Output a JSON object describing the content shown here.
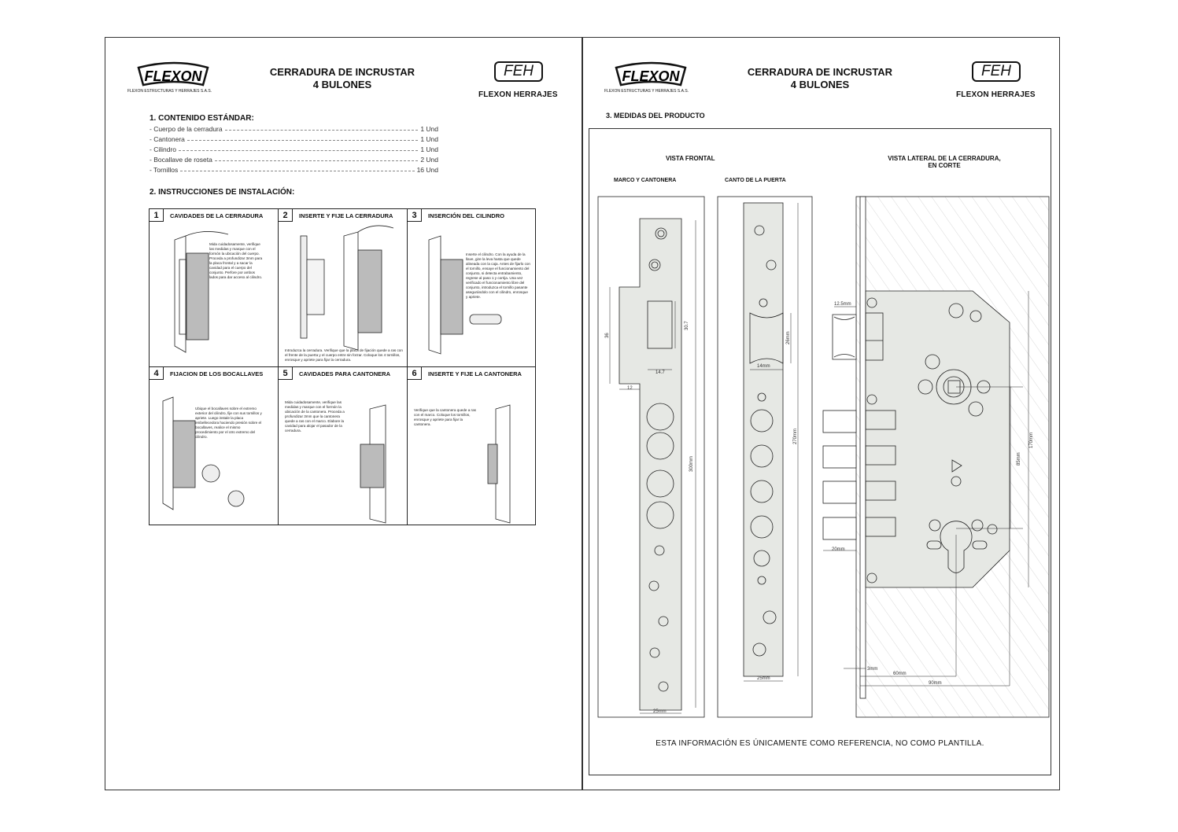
{
  "header": {
    "title_line1": "CERRADURA DE INCRUSTAR",
    "title_line2": "4 BULONES",
    "flexon_logo": "FLEXON",
    "flexon_tagline": "FLEXON ESTRUCTURAS Y HERRAJES S.A.S.",
    "feh_logo": "FEH",
    "feh_brand": "FLEXON HERRAJES"
  },
  "contents": {
    "heading": "1. CONTENIDO ESTÁNDAR:",
    "items": [
      {
        "label": "- Cuerpo de la cerradura",
        "qty": "1 Und"
      },
      {
        "label": "- Cantonera",
        "qty": "1 Und"
      },
      {
        "label": "- Cilindro",
        "qty": "1 Und"
      },
      {
        "label": "- Bocallave de roseta",
        "qty": "2 Und"
      },
      {
        "label": "- Tornillos",
        "qty": "16 Und"
      }
    ]
  },
  "instructions": {
    "heading": "2. INSTRUCCIONES DE INSTALACIÓN:",
    "steps": [
      {
        "num": "1",
        "title": "CAVIDADES DE LA CERRADURA",
        "text": "Mida cuidadosamente, verifique las medidas y marque con el formón la ubicación del cuerpo. Proceda a profundizar 3mm para la placa frontal y a sacar la cavidad para el cuerpo del conjunto. Perfore por ambos lados para dar acceso al cilindro."
      },
      {
        "num": "2",
        "title": "INSERTE Y FIJE LA CERRADURA",
        "text": "Introduzca la cerradura. Verifique que la placa de fijación quede a ras con el frente de la puerta y el cuerpo entre sin forzar. Coloque los 4 tornillos, enrosque y apriete para fijar la cerradura."
      },
      {
        "num": "3",
        "title": "INSERCIÓN DEL CILINDRO",
        "text": "Inserte el cilindro. Con la ayuda de la llave, gire la leva hasta que quede alineada con la caja. Antes de fijarlo con el tornillo, ensaye el funcionamiento del conjunto, si detecta entrabamiento, regrese al paso 1 y corrija. Una vez verificado el funcionamiento libre del conjunto, introduzca el tornillo pasante asegurándolo con el cilindro, enrosque y apriete."
      },
      {
        "num": "4",
        "title": "FIJACION DE LOS BOCALLAVES",
        "text": "Ubique el bocallaves sobre el extremo exterior del cilindro, fije con sus tornillos y apriete. Luego instale la placa embellecedora haciendo presión sobre el bocallaves, realice el mismo procedimiento por el otro extremo del cilindro."
      },
      {
        "num": "5",
        "title": "CAVIDADES PARA CANTONERA",
        "text": "Mida cuidadosamente, verifique las medidas y marque con el formón la ubicación de la cantonera. Proceda a profundizar 3mm que la cantonera quede a ras con el marco. Elabore la cavidad para alojar el pasador de la cerradura."
      },
      {
        "num": "6",
        "title": "INSERTE Y FIJE LA CANTONERA",
        "text": "Verifique que la cantonera quede a ras con el marco. Coloque los tornillos, enrosque y apriete para fijar la cantonera."
      }
    ]
  },
  "measures": {
    "heading": "3. MEDIDAS DEL PRODUCTO",
    "front_view": "VISTA FRONTAL",
    "frame_label": "MARCO Y CANTONERA",
    "door_edge_label": "CANTO DE LA PUERTA",
    "side_view_line1": "VISTA LATERAL DE LA CERRADURA,",
    "side_view_line2": "EN CORTE",
    "dims": {
      "strike_height": "300mm",
      "strike_tab": "36",
      "strike_hole_h": "30.7",
      "strike_hole_w": "14.7",
      "strike_offset": "12",
      "strike_width": "25mm",
      "face_height": "270mm",
      "latch_h": "26mm",
      "latch_w": "14mm",
      "face_width": "25mm",
      "latch_proj": "12.5mm",
      "bolt_proj": "20mm",
      "body_height": "170mm",
      "center_dist": "85mm",
      "face_thick": "3mm",
      "backset": "60mm",
      "depth": "90mm"
    },
    "footer": "ESTA INFORMACIÓN ES ÚNICAMENTE COMO REFERENCIA, NO COMO PLANTILLA."
  },
  "colors": {
    "plate": "#e6e8e4",
    "line": "#222222",
    "hatch": "#c8c8c8"
  }
}
